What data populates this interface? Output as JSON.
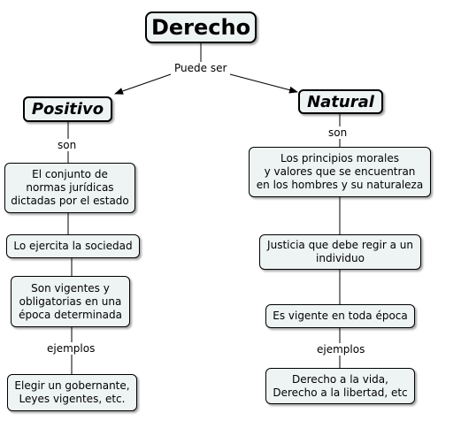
{
  "root": {
    "label": "Derecho"
  },
  "root_link": "Puede ser",
  "branches": [
    {
      "label": "Positivo",
      "link": "son",
      "nodes": [
        "El conjunto de\nnormas jurídicas\ndictadas por el estado",
        "Lo ejercita la sociedad",
        "Son vigentes y\nobligatorias en una\népoca determinada",
        "Elegir un gobernante,\nLeyes vigentes, etc."
      ],
      "example_link": "ejemplos"
    },
    {
      "label": "Natural",
      "link": "son",
      "nodes": [
        "Los principios morales\ny valores que se encuentran\nen los hombres y su naturaleza",
        "Justicia que debe regir a un\nindividuo",
        "Es vigente en toda época",
        "Derecho a la vida,\nDerecho a la libertad, etc"
      ],
      "example_link": "ejemplos"
    }
  ],
  "colors": {
    "node_fill": "#eef3f3",
    "border": "#000000",
    "background": "#ffffff"
  }
}
